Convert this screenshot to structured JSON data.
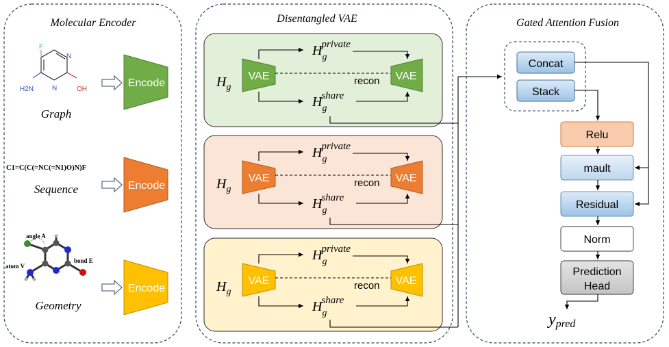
{
  "panels": {
    "encoder_title": "Molecular Encoder",
    "vae_title": "Disentangled VAE",
    "fusion_title": "Gated Attention Fusion"
  },
  "encoder": {
    "rows": [
      {
        "label": "Graph",
        "block": "Encode",
        "color": "#70ad47"
      },
      {
        "label": "Sequence",
        "block": "Encode",
        "color": "#ed7d31"
      },
      {
        "label": "Geometry",
        "block": "Encode",
        "color": "#ffc000"
      }
    ],
    "smiles": "C1=C(C(=NC(=N1)O)N)F",
    "graph_atoms": {
      "f": "F",
      "nh2": "H2N",
      "n": "N",
      "oh": "OH"
    },
    "geometry_labels": {
      "angle": "angle A",
      "atom": "atom V",
      "bond": "bond E"
    }
  },
  "vae": {
    "block": "VAE",
    "h_base": "H",
    "h_sub": "g",
    "private_sup": "private",
    "share_sup": "share",
    "recon": "recon",
    "colors": [
      {
        "fill": "#e2efd9",
        "block": "#70ad47"
      },
      {
        "fill": "#fbe5d6",
        "block": "#ed7d31"
      },
      {
        "fill": "#fff2cc",
        "block": "#ffc000"
      }
    ]
  },
  "fusion": {
    "concat": "Concat",
    "stack": "Stack",
    "relu": "Relu",
    "mault": "mault",
    "residual": "Residual",
    "norm": "Norm",
    "pred_line1": "Prediction",
    "pred_line2": "Head",
    "y_base": "y",
    "y_sub": "pred"
  }
}
